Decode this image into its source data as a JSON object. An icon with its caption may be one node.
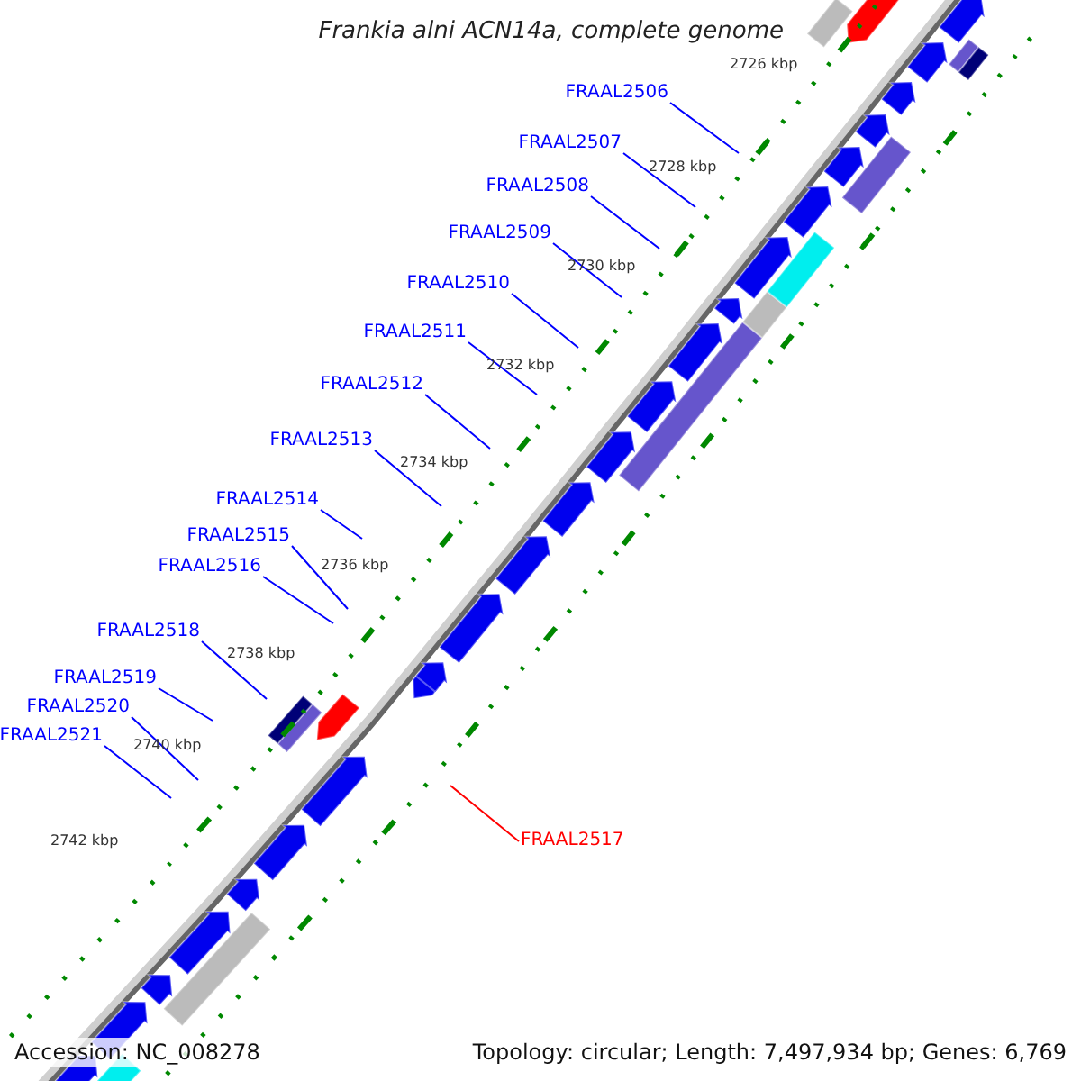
{
  "diagram": {
    "title": "Frankia alni ACN14a, complete genome",
    "nodes": [
      {
        "text": [
          "FRAAL2506"
        ]
      },
      {
        "text": [
          "FRAAL2507"
        ]
      },
      {
        "text": [
          "FRAAL2508"
        ]
      },
      {
        "text": [
          "FRAAL2509"
        ]
      },
      {
        "text": [
          "FRAAL2510"
        ]
      },
      {
        "text": [
          "FRAAL2511"
        ]
      },
      {
        "text": [
          "FRAAL2512"
        ]
      },
      {
        "text": [
          "FRAAL2513"
        ]
      },
      {
        "text": [
          "FRAAL2514"
        ]
      },
      {
        "text": [
          "FRAAL2515"
        ]
      },
      {
        "text": [
          "FRAAL2516"
        ]
      },
      {
        "text": [
          "FRAAL2518"
        ]
      },
      {
        "text": [
          "FRAAL2519"
        ]
      },
      {
        "text": [
          "FRAAL2520"
        ]
      },
      {
        "text": [
          "FRAAL2521"
        ]
      },
      {
        "text": [
          "FRAAL2517"
        ]
      }
    ],
    "edges": [
      {
        "from": 0,
        "to": null,
        "arrow": "none"
      },
      {
        "from": 1,
        "to": null,
        "arrow": "none"
      },
      {
        "from": 2,
        "to": null,
        "arrow": "none"
      },
      {
        "from": 3,
        "to": null,
        "arrow": "none"
      },
      {
        "from": 4,
        "to": null,
        "arrow": "none"
      },
      {
        "from": 5,
        "to": null,
        "arrow": "none"
      },
      {
        "from": 6,
        "to": null,
        "arrow": "none"
      },
      {
        "from": 7,
        "to": null,
        "arrow": "none"
      },
      {
        "from": 8,
        "to": null,
        "arrow": "none"
      },
      {
        "from": 9,
        "to": null,
        "arrow": "none"
      },
      {
        "from": 10,
        "to": null,
        "arrow": "none"
      },
      {
        "from": 11,
        "to": null,
        "arrow": "none"
      },
      {
        "from": 12,
        "to": null,
        "arrow": "none"
      },
      {
        "from": 13,
        "to": null,
        "arrow": "none"
      },
      {
        "from": 14,
        "to": null,
        "arrow": "none"
      },
      {
        "from": 15,
        "to": null,
        "arrow": "none",
        "color": "#ff0000"
      }
    ],
    "labels": [
      "2726 kbp",
      "2728 kbp",
      "2730 kbp",
      "2732 kbp",
      "2734 kbp",
      "2736 kbp",
      "2738 kbp",
      "2740 kbp",
      "2742 kbp",
      "Accession: NC_008278",
      "Topology: circular; Length: 7,497,934 bp; Genes: 6,769"
    ]
  }
}
